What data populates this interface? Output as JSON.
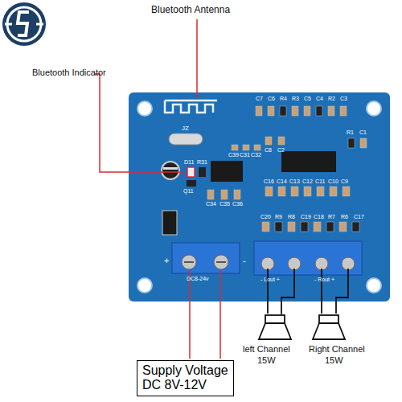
{
  "diagram": {
    "nodes": [
      {
        "text": [
          "Supply Voltage",
          "DC 8V-12V"
        ]
      }
    ],
    "labels": [
      "Bluetooth Antenna",
      "Bluetooth Indicator",
      "left Channel",
      "15W",
      "Right Channel",
      "15W",
      "C7",
      "C6",
      "R4",
      "R3",
      "C5",
      "C4",
      "R2",
      "C3",
      "JZ",
      "C8",
      "C2",
      "R1",
      "C1",
      "D11",
      "R31",
      "C39",
      "C31",
      "C32",
      "C16",
      "C14",
      "C13",
      "C12",
      "C11",
      "C10",
      "C9",
      "Q11",
      "C34",
      "C35",
      "C36",
      "C20",
      "R9",
      "R8",
      "C19",
      "C18",
      "R7",
      "R6",
      "C17",
      "+",
      "DC8-24v",
      "-",
      "- Lout +",
      "- Rout +"
    ]
  }
}
